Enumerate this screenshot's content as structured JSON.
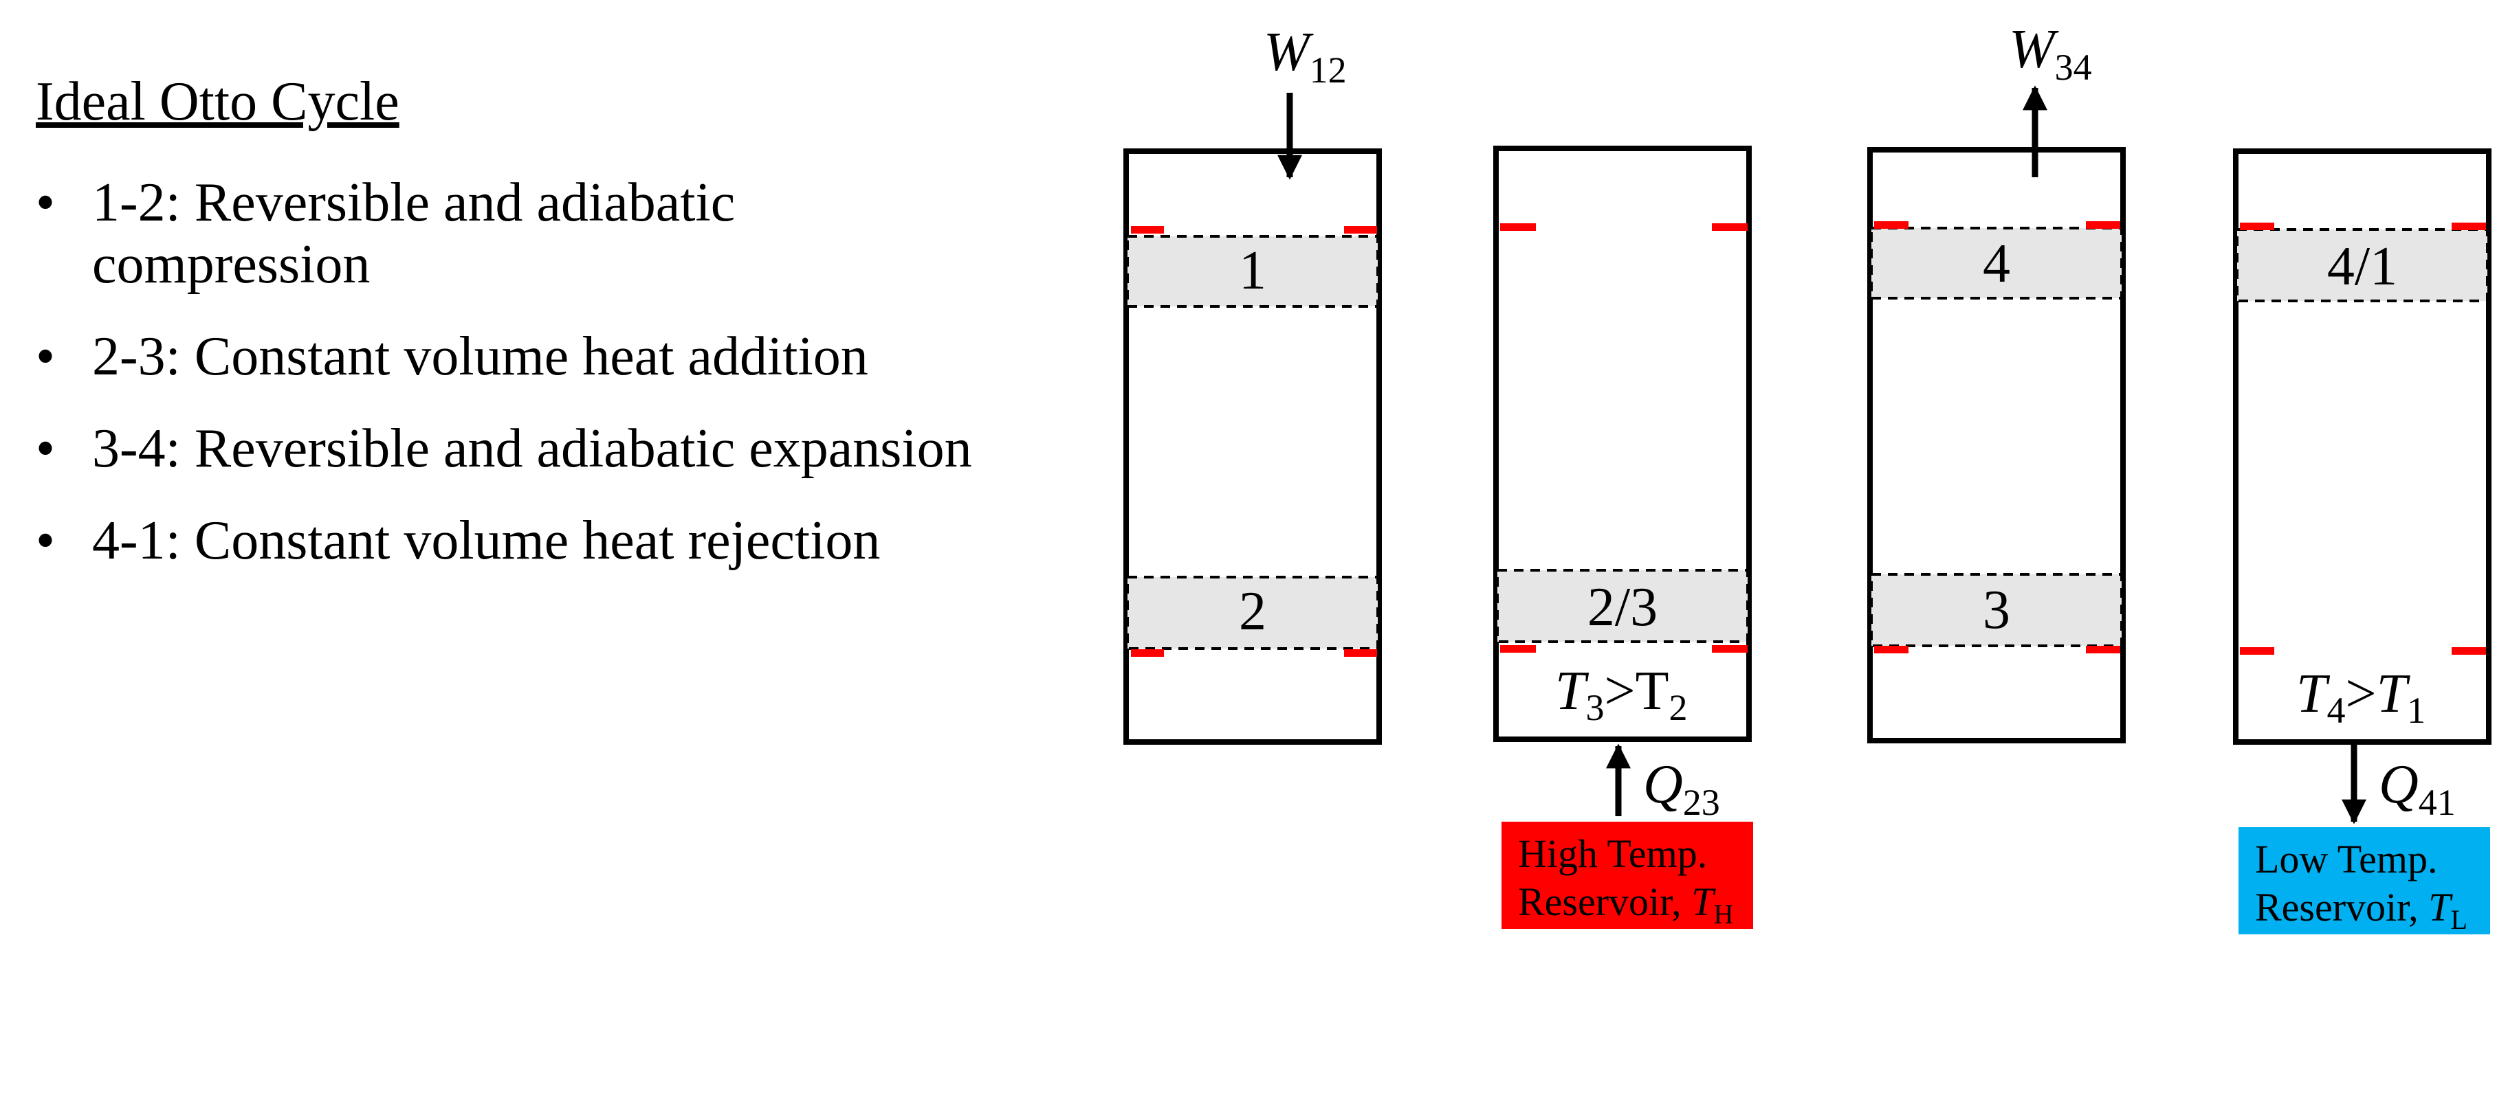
{
  "title": "Ideal Otto Cycle",
  "bullets": [
    "1-2: Reversible and adiabatic compression",
    "2-3: Constant volume heat addition",
    "3-4: Reversible and adiabatic expansion",
    "4-1: Constant volume heat rejection"
  ],
  "bullet_symbol": "•",
  "cylinders": {
    "c1": {
      "top_state": "1",
      "bottom_state": "2",
      "work": {
        "symbol": "W",
        "subscript": "12"
      }
    },
    "c2": {
      "state": "2/3",
      "temp": {
        "a": "T",
        "a_sub": "3",
        "rel": ">",
        "b": "T",
        "b_sub": "2"
      },
      "heat": {
        "symbol": "Q",
        "subscript": "23"
      },
      "reservoir": {
        "line1": "High Temp.",
        "line2": "Reservoir, ",
        "t": "T",
        "t_sub": "H",
        "color": "#ff0000"
      }
    },
    "c3": {
      "top_state": "4",
      "bottom_state": "3",
      "work": {
        "symbol": "W",
        "subscript": "34"
      }
    },
    "c4": {
      "state": "4/1",
      "temp": {
        "a": "T",
        "a_sub": "4",
        "rel": ">",
        "b": "T",
        "b_sub": "1"
      },
      "heat": {
        "symbol": "Q",
        "subscript": "41"
      },
      "reservoir": {
        "line1": "Low Temp.",
        "line2": "Reservoir, ",
        "t": "T",
        "t_sub": "L",
        "color": "#00b0f0"
      }
    }
  },
  "colors": {
    "stop": "#ff0000",
    "piston": "#e6e6e6"
  }
}
